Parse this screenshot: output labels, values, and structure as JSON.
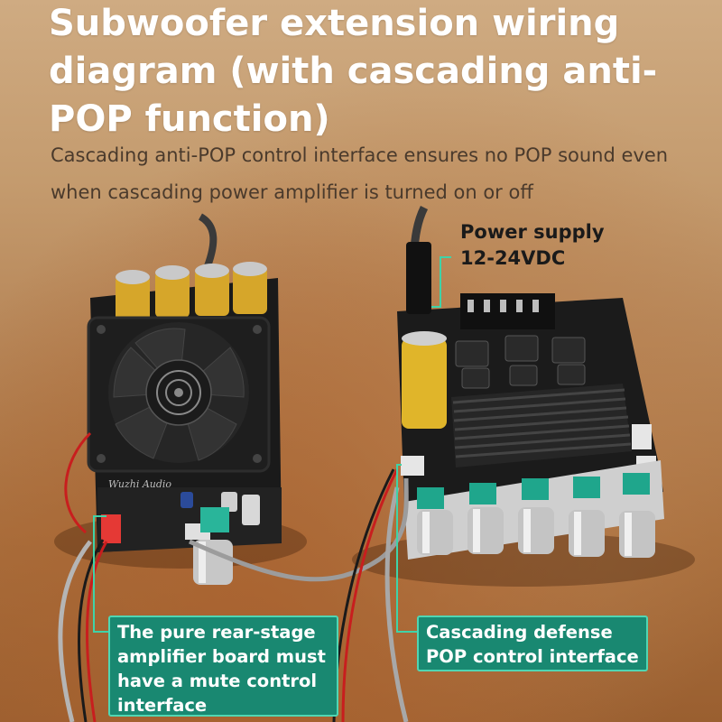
{
  "title": "Subwoofer extension wiring diagram (with cascading anti-POP function)",
  "subtitle": "Cascading anti-POP control interface ensures no POP sound even when cascading power amplifier is turned on or off",
  "power_label_line1": "Power supply",
  "power_label_line2": "12-24VDC",
  "callout_left": "The pure rear-stage amplifier board must have a mute control interface",
  "callout_right": "Cascading defense POP control interface",
  "left_board_brand": "Wuzhi Audio",
  "colors": {
    "callout_bg": "#198871",
    "callout_border": "#4fd6b3",
    "title_text": "#ffffff",
    "leader_line": "#3fd3a8"
  }
}
